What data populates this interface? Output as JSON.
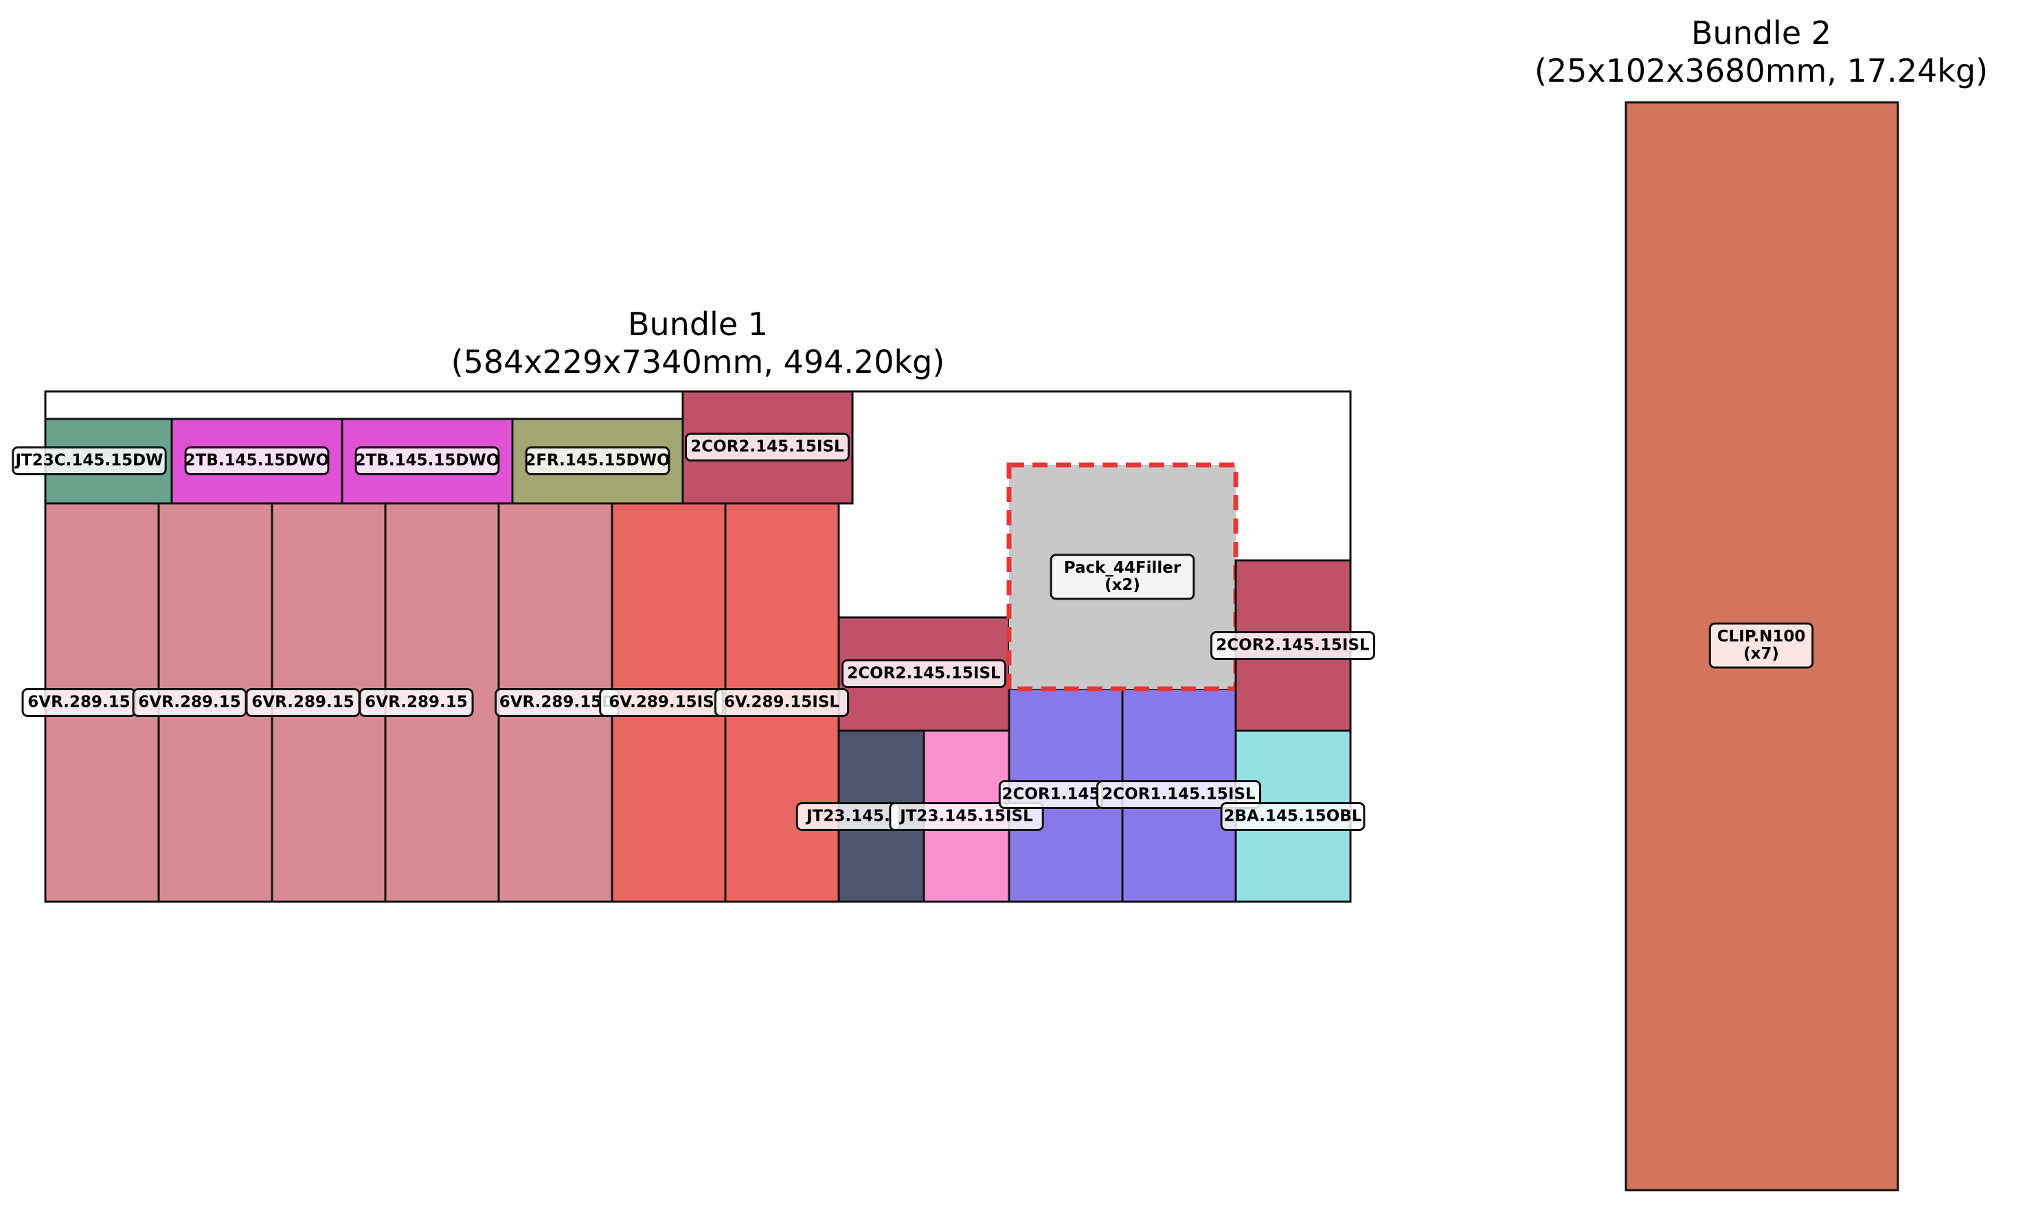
{
  "bundles": [
    {
      "title_line1": "Bundle 1",
      "title_line2": "(584x229x7340mm, 494.20kg)",
      "items": [
        {
          "label": "JT23C.145.15DW",
          "color": "#6aa28e"
        },
        {
          "label": "2TB.145.15DWO",
          "color": "#e052d4"
        },
        {
          "label": "2TB.145.15DWO",
          "color": "#e052d4"
        },
        {
          "label": "2FR.145.15DWO",
          "color": "#a2a672"
        },
        {
          "label": "2COR2.145.15ISL",
          "color": "#bf5169"
        },
        {
          "label": "6VR.289.15",
          "color": "#d88a95"
        },
        {
          "label": "6VR.289.15",
          "color": "#d88a95"
        },
        {
          "label": "6VR.289.15",
          "color": "#d88a95"
        },
        {
          "label": "6VR.289.15",
          "color": "#d88a95"
        },
        {
          "label": "6VR.289.15D",
          "color": "#d88a95"
        },
        {
          "label": "6V.289.15IS",
          "color": "#e86763"
        },
        {
          "label": "6V.289.15ISL",
          "color": "#e86763"
        },
        {
          "label": "2COR2.145.15ISL",
          "color": "#bf5169"
        },
        {
          "label": "JT23.145.",
          "color": "#50556e"
        },
        {
          "label": "JT23.145.15ISL",
          "color": "#f991d0"
        },
        {
          "label": "2COR1.145",
          "color": "#8878ea"
        },
        {
          "label": "2COR1.145.15ISL",
          "color": "#8878ea"
        },
        {
          "label": "Pack_44Filler",
          "sublabel": "(x2)",
          "color": "#c8c8c8",
          "filler": true,
          "outline_color": "#e8373a"
        },
        {
          "label": "2COR2.145.15ISL",
          "color": "#bf5169"
        },
        {
          "label": "2BA.145.15OBL",
          "color": "#96e0e2"
        }
      ]
    },
    {
      "title_line1": "Bundle 2",
      "title_line2": "(25x102x3680mm, 17.24kg)",
      "items": [
        {
          "label": "CLIP.N100",
          "sublabel": "(x7)",
          "color": "#d4745c"
        }
      ]
    }
  ]
}
